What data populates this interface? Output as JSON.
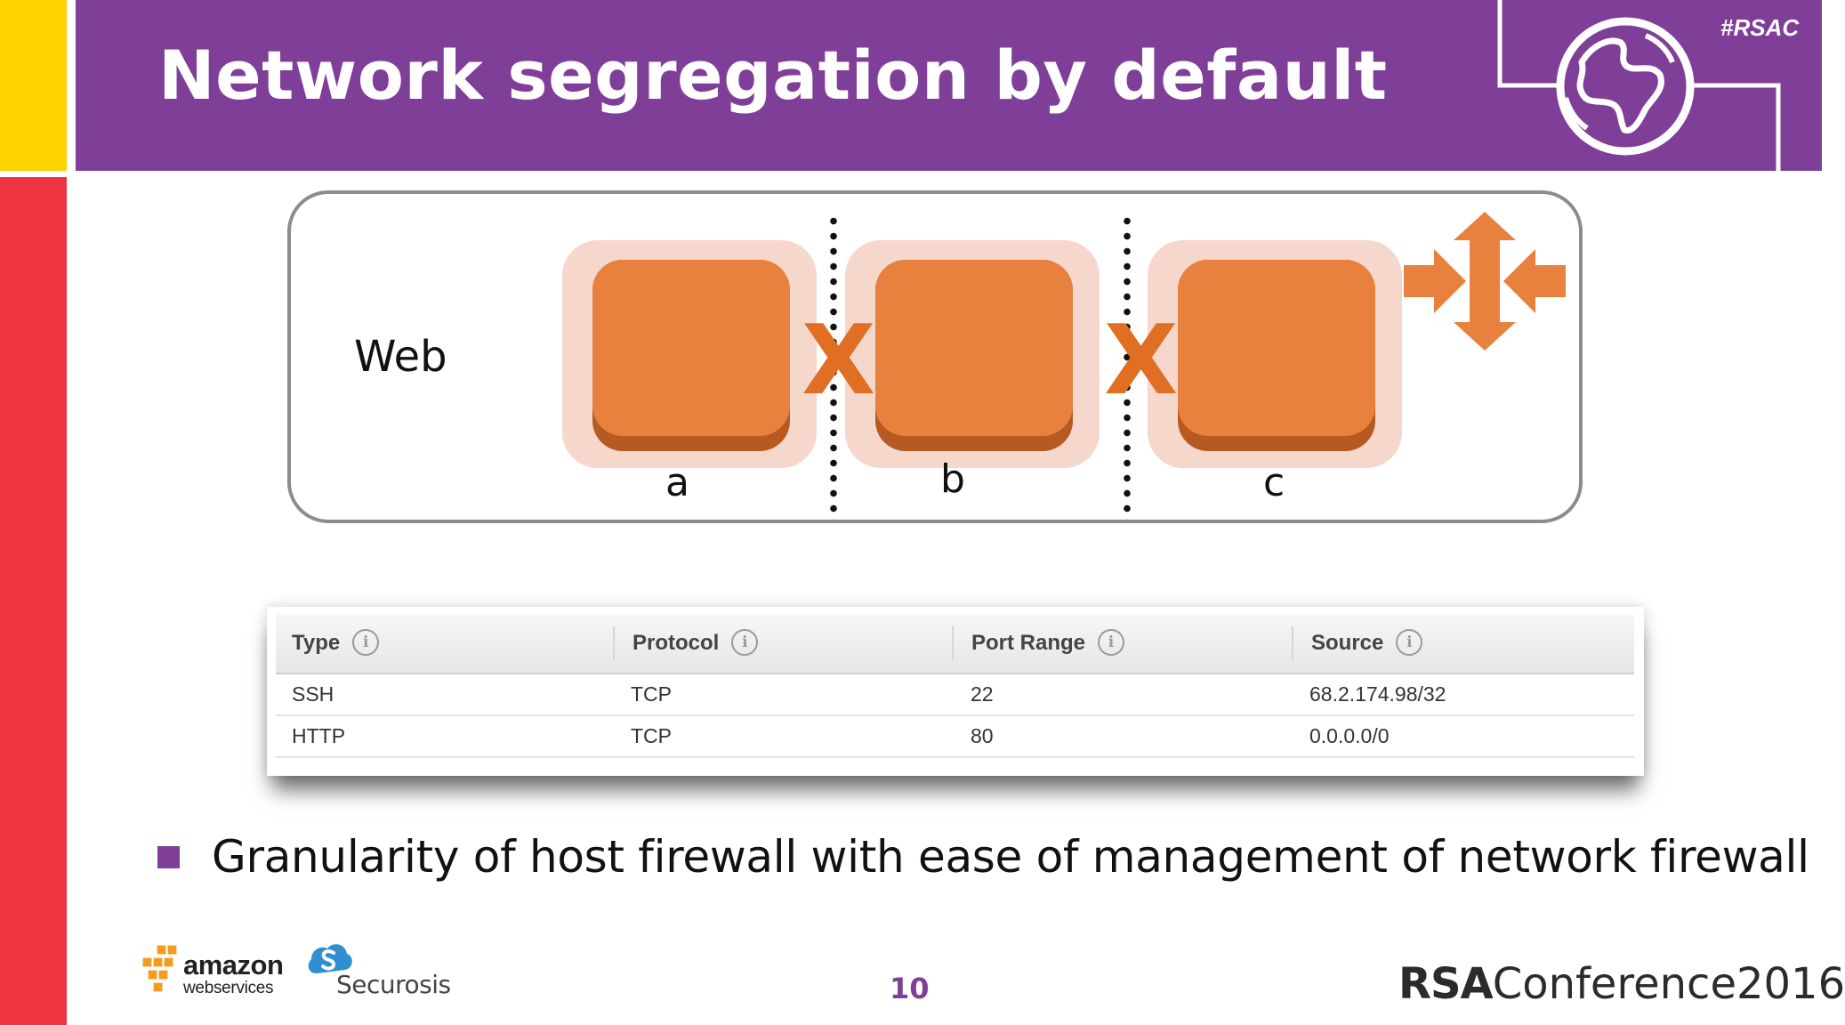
{
  "header": {
    "title": "Network segregation by default",
    "hashtag": "#RSAC",
    "accent_color": "#7f3f98"
  },
  "diagram": {
    "group_label": "Web",
    "instances": [
      {
        "label": "a"
      },
      {
        "label": "b"
      },
      {
        "label": "c"
      }
    ],
    "blocked_marker": "X",
    "instance_color": "#e8803e",
    "icon": "scaling-arrows-icon"
  },
  "table": {
    "columns": [
      "Type",
      "Protocol",
      "Port Range",
      "Source"
    ],
    "rows": [
      [
        "SSH",
        "TCP",
        "22",
        "68.2.174.98/32"
      ],
      [
        "HTTP",
        "TCP",
        "80",
        "0.0.0.0/0"
      ]
    ],
    "info_glyph": "i"
  },
  "bullets": [
    "Granularity of host firewall with ease of management of network firewall"
  ],
  "footer": {
    "page_number": "10",
    "aws_logo": [
      "amazon",
      "webservices"
    ],
    "securosis_logo": "Securosis",
    "conference_brand": "RSA",
    "conference_name": "Conference2016"
  }
}
